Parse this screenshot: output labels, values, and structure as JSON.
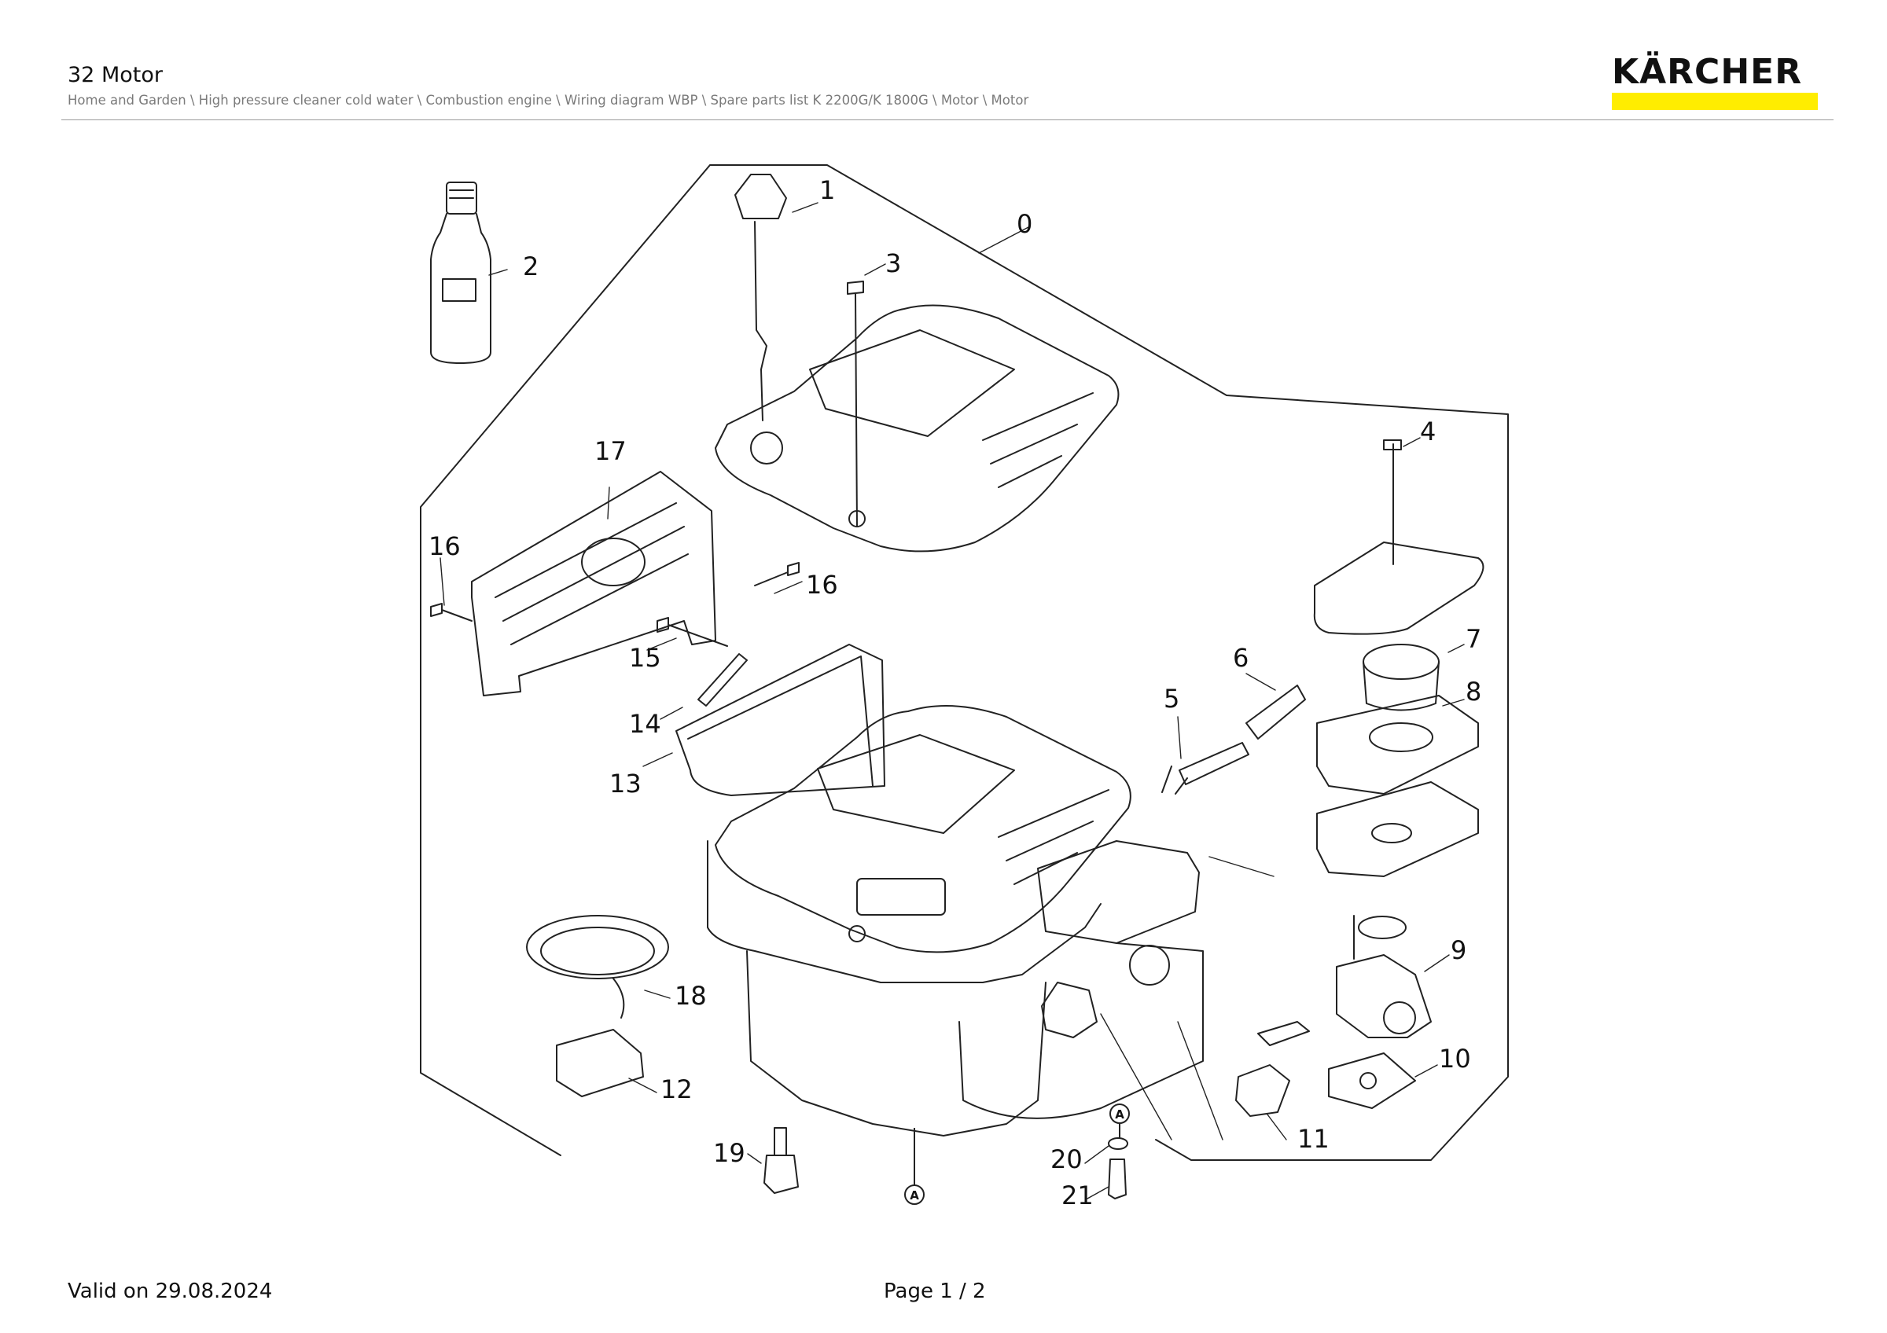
{
  "header": {
    "title": "32 Motor",
    "breadcrumb": "Home and Garden \\ High pressure cleaner cold water \\ Combustion engine \\ Wiring diagram WBP \\ Spare parts list K 2200G/K 1800G \\ Motor \\ Motor",
    "brand": "KÄRCHER",
    "brand_color": "#ffed00"
  },
  "diagram": {
    "callouts": [
      "0",
      "1",
      "2",
      "3",
      "4",
      "5",
      "6",
      "7",
      "8",
      "9",
      "10",
      "11",
      "12",
      "13",
      "14",
      "15",
      "16",
      "16",
      "17",
      "18",
      "19",
      "20",
      "21"
    ],
    "reference_marks": [
      "A",
      "A"
    ]
  },
  "footer": {
    "valid": "Valid on 29.08.2024",
    "page": "Page 1 / 2"
  }
}
